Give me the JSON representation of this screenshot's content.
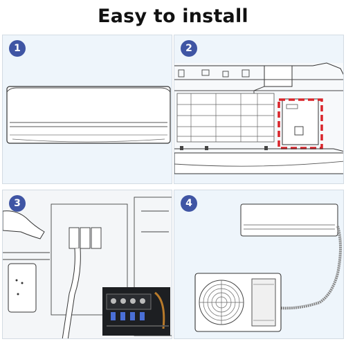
{
  "title": "Easy to install",
  "steps": [
    {
      "number": "1"
    },
    {
      "number": "2"
    },
    {
      "number": "3"
    },
    {
      "number": "4"
    }
  ],
  "colors": {
    "badge": "#3f55a4",
    "panel_bg": "#eef5fb",
    "highlight_dashes": "#d9242a",
    "line_art": "#333333"
  }
}
